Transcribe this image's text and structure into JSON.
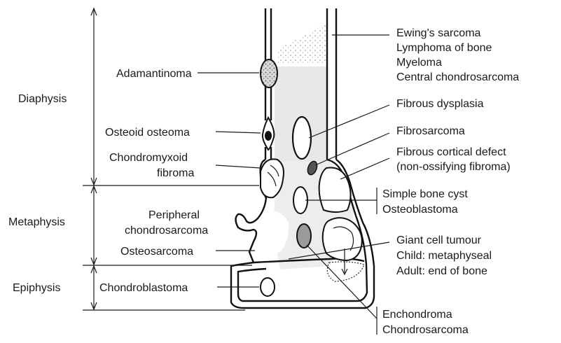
{
  "regions": {
    "diaphysis": "Diaphysis",
    "metaphysis": "Metaphysis",
    "epiphysis": "Epiphysis"
  },
  "left_labels": {
    "adamantinoma": "Adamantinoma",
    "osteoid_osteoma": "Osteoid osteoma",
    "chondromyxoid_1": "Chondromyxoid",
    "chondromyxoid_2": "fibroma",
    "peripheral_1": "Peripheral",
    "peripheral_2": "chondrosarcoma",
    "osteosarcoma": "Osteosarcoma",
    "chondroblastoma": "Chondroblastoma"
  },
  "right_labels": {
    "ewings": "Ewing's sarcoma",
    "lymphoma": "Lymphoma of bone",
    "myeloma": "Myeloma",
    "central_chondro": "Central chondrosarcoma",
    "fibrous_dysplasia": "Fibrous dysplasia",
    "fibrosarcoma": "Fibrosarcoma",
    "fcd_1": "Fibrous cortical defect",
    "fcd_2": "(non-ossifying fibroma)",
    "simple_bone_cyst": "Simple bone cyst",
    "osteoblastoma": "Osteoblastoma",
    "giant_cell": "Giant cell tumour",
    "child": "Child: metaphyseal",
    "adult": "Adult: end of bone",
    "enchondroma": "Enchondroma",
    "chondrosarcoma": "Chondrosarcoma"
  },
  "colors": {
    "line": "#1a1a1a",
    "medulla_shade": "#e6e6e6",
    "lesion_grey": "#9a9a9a",
    "lesion_dark": "#555555"
  }
}
